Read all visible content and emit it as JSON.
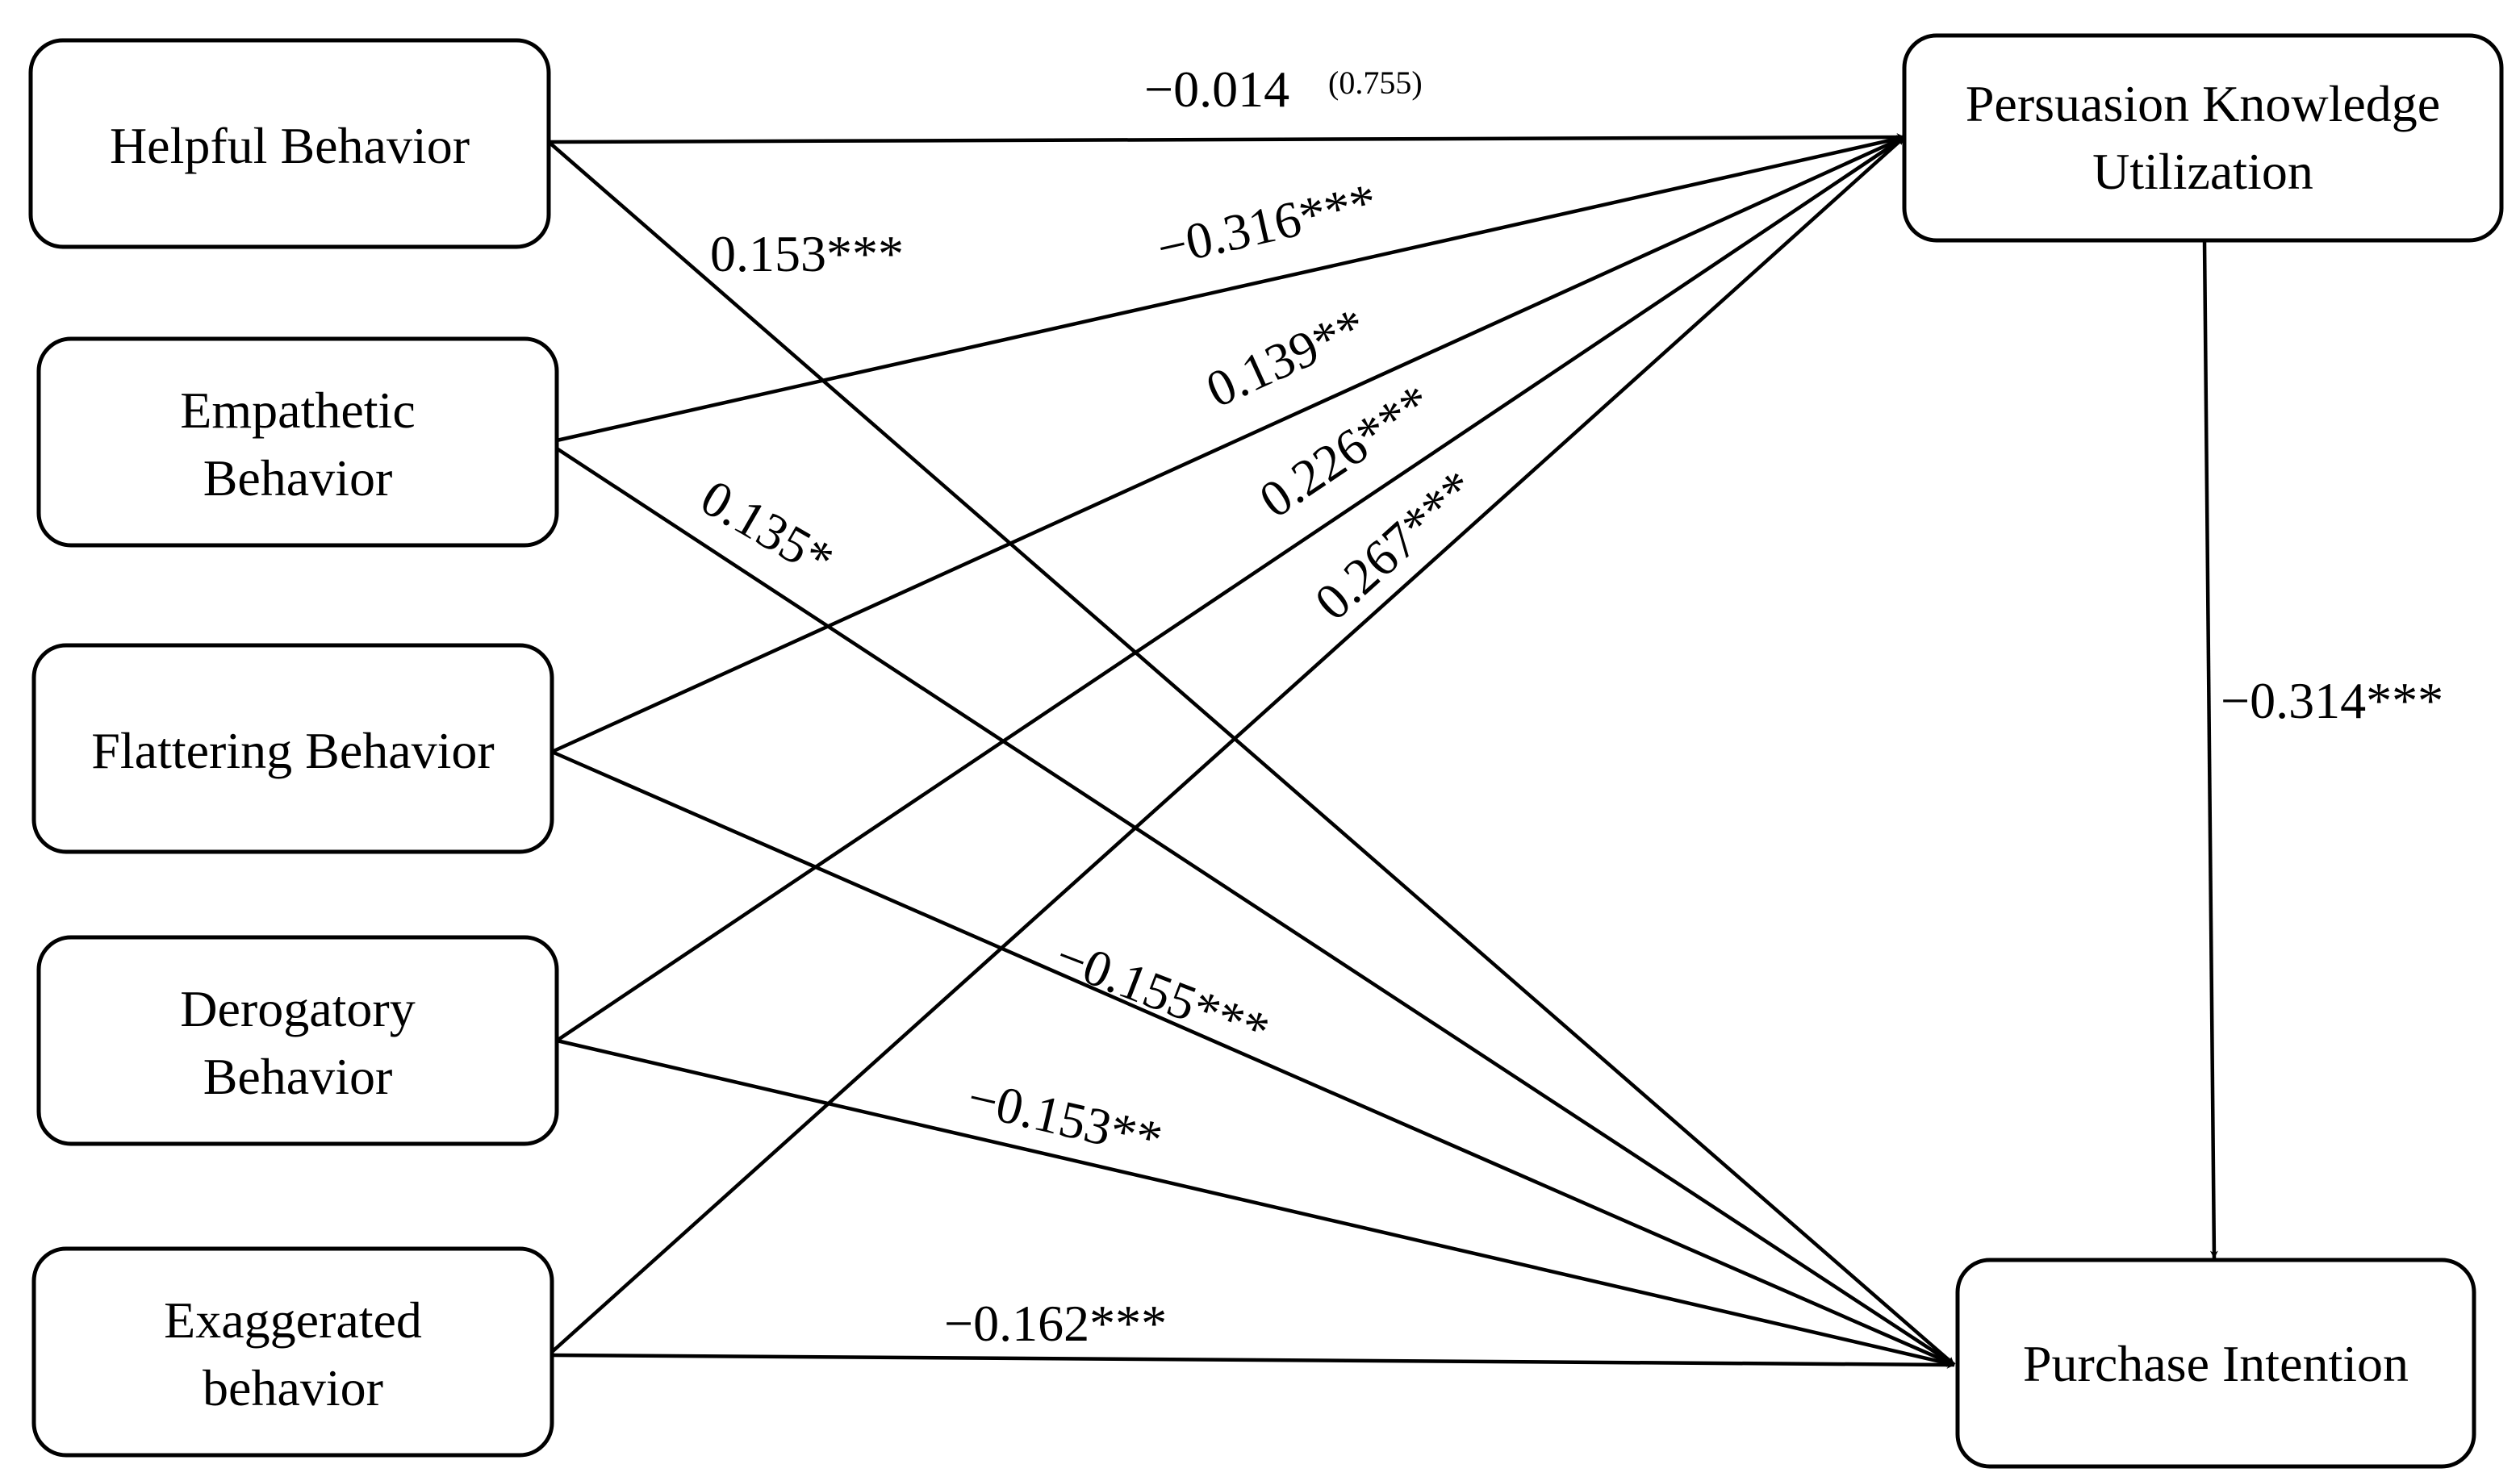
{
  "nodes": {
    "helpful": {
      "lines": [
        "Helpful Behavior"
      ]
    },
    "empathetic": {
      "lines": [
        "Empathetic",
        "Behavior"
      ]
    },
    "flattering": {
      "lines": [
        "Flattering Behavior"
      ]
    },
    "derogatory": {
      "lines": [
        "Derogatory",
        "Behavior"
      ]
    },
    "exaggerated": {
      "lines": [
        "Exaggerated",
        "behavior"
      ]
    },
    "pku": {
      "lines": [
        "Persuasion Knowledge",
        "Utilization"
      ]
    },
    "purchase": {
      "lines": [
        "Purchase Intention"
      ]
    }
  },
  "edges": {
    "helpful_pku": {
      "value": "−0.014",
      "note": "(0.755)"
    },
    "helpful_pi": {
      "value": "0.153***"
    },
    "empathetic_pku": {
      "value": "−0.316***"
    },
    "empathetic_pi": {
      "value": "0.135*"
    },
    "flattering_pku": {
      "value": "0.139**"
    },
    "flattering_pi": {
      "value": "−0.155***"
    },
    "derogatory_pku": {
      "value": "0.226***"
    },
    "derogatory_pi": {
      "value": "−0.153**"
    },
    "exaggerated_pku": {
      "value": "0.267***"
    },
    "exaggerated_pi": {
      "value": "−0.162***"
    },
    "pku_pi": {
      "value": "−0.314***"
    }
  }
}
